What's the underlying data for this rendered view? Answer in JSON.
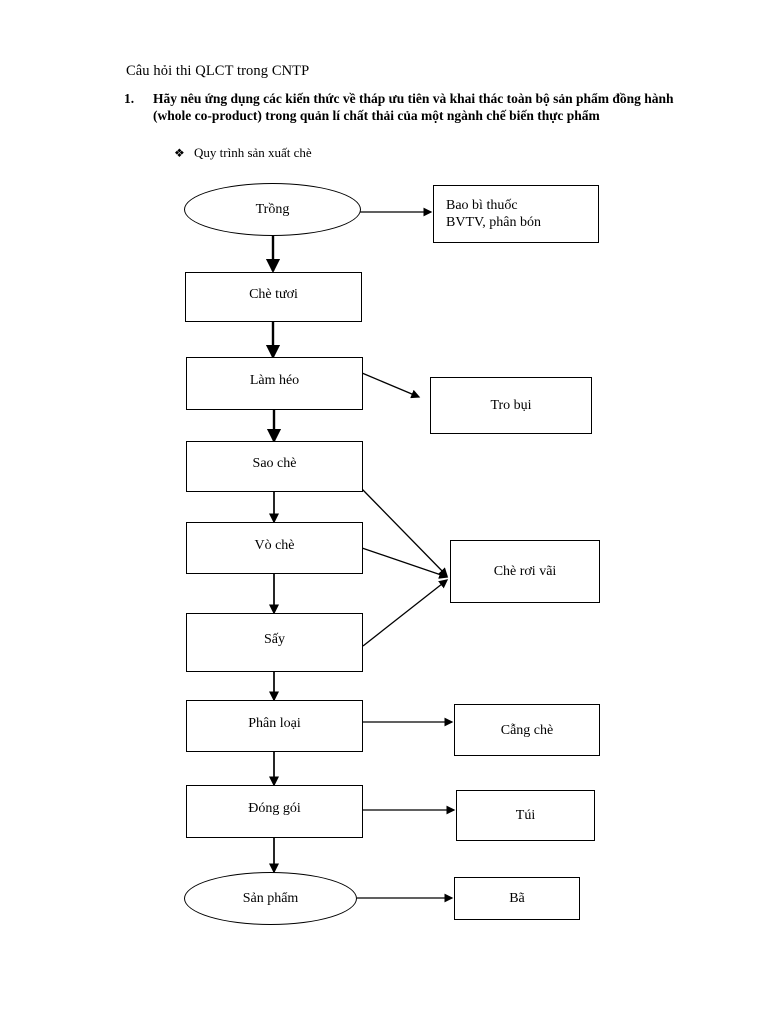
{
  "document": {
    "title": "Câu hỏi thi QLCT trong CNTP",
    "question_number": "1.",
    "question_text": "Hãy nêu ứng dụng các kiến thức về tháp ưu tiên và khai thác toàn bộ sản phẩm đồng hành (whole co-product) trong quản lí chất thải của một ngành chế biến thực phẩm",
    "sub_bullet_glyph": "❖",
    "sub_bullet_text": "Quy trình sản xuất chè"
  },
  "flowchart": {
    "title": "Quy trình sản xuất chè",
    "type": "process-flow",
    "process_nodes": [
      {
        "id": "trong",
        "label": "Trồng",
        "shape": "ellipse"
      },
      {
        "id": "che-tuoi",
        "label": "Chè tươi",
        "shape": "rectangle"
      },
      {
        "id": "lam-heo",
        "label": "Làm héo",
        "shape": "rectangle"
      },
      {
        "id": "sao-che",
        "label": "Sao chè",
        "shape": "rectangle"
      },
      {
        "id": "vo-che",
        "label": "Vò chè",
        "shape": "rectangle"
      },
      {
        "id": "say",
        "label": "Sấy",
        "shape": "rectangle"
      },
      {
        "id": "phan-loai",
        "label": "Phân loại",
        "shape": "rectangle"
      },
      {
        "id": "dong-goi",
        "label": "Đóng gói",
        "shape": "rectangle"
      },
      {
        "id": "san-pham",
        "label": "Sản phẩm",
        "shape": "ellipse"
      }
    ],
    "waste_nodes": [
      {
        "id": "bao-bi",
        "label": "Bao bì thuốc BVTV, phân bón",
        "line1": "Bao bì thuốc",
        "line2": "BVTV, phân bón",
        "shape": "rectangle",
        "align": "left"
      },
      {
        "id": "tro-bui",
        "label": "Tro bụi",
        "shape": "rectangle",
        "align": "center"
      },
      {
        "id": "che-roi-vai",
        "label": "Chè rơi vãi",
        "shape": "rectangle",
        "align": "center"
      },
      {
        "id": "cang-che",
        "label": "Cẫng chè",
        "shape": "rectangle",
        "align": "center"
      },
      {
        "id": "tui",
        "label": "Túi",
        "shape": "rectangle",
        "align": "center"
      },
      {
        "id": "ba",
        "label": "Bã",
        "shape": "rectangle",
        "align": "center"
      }
    ],
    "edges": [
      {
        "from": "trong",
        "to": "che-tuoi",
        "kind": "main"
      },
      {
        "from": "che-tuoi",
        "to": "lam-heo",
        "kind": "main"
      },
      {
        "from": "lam-heo",
        "to": "sao-che",
        "kind": "main"
      },
      {
        "from": "sao-che",
        "to": "vo-che",
        "kind": "main"
      },
      {
        "from": "vo-che",
        "to": "say",
        "kind": "main"
      },
      {
        "from": "say",
        "to": "phan-loai",
        "kind": "main"
      },
      {
        "from": "phan-loai",
        "to": "dong-goi",
        "kind": "main"
      },
      {
        "from": "dong-goi",
        "to": "san-pham",
        "kind": "main"
      },
      {
        "from": "trong",
        "to": "bao-bi",
        "kind": "waste"
      },
      {
        "from": "lam-heo",
        "to": "tro-bui",
        "kind": "waste"
      },
      {
        "from": "sao-che",
        "to": "che-roi-vai",
        "kind": "waste"
      },
      {
        "from": "vo-che",
        "to": "che-roi-vai",
        "kind": "waste"
      },
      {
        "from": "say",
        "to": "che-roi-vai",
        "kind": "waste"
      },
      {
        "from": "phan-loai",
        "to": "cang-che",
        "kind": "waste"
      },
      {
        "from": "dong-goi",
        "to": "tui",
        "kind": "waste"
      },
      {
        "from": "san-pham",
        "to": "ba",
        "kind": "waste"
      }
    ],
    "colors": {
      "stroke": "#000000",
      "fill": "#ffffff",
      "text": "#000000"
    }
  }
}
